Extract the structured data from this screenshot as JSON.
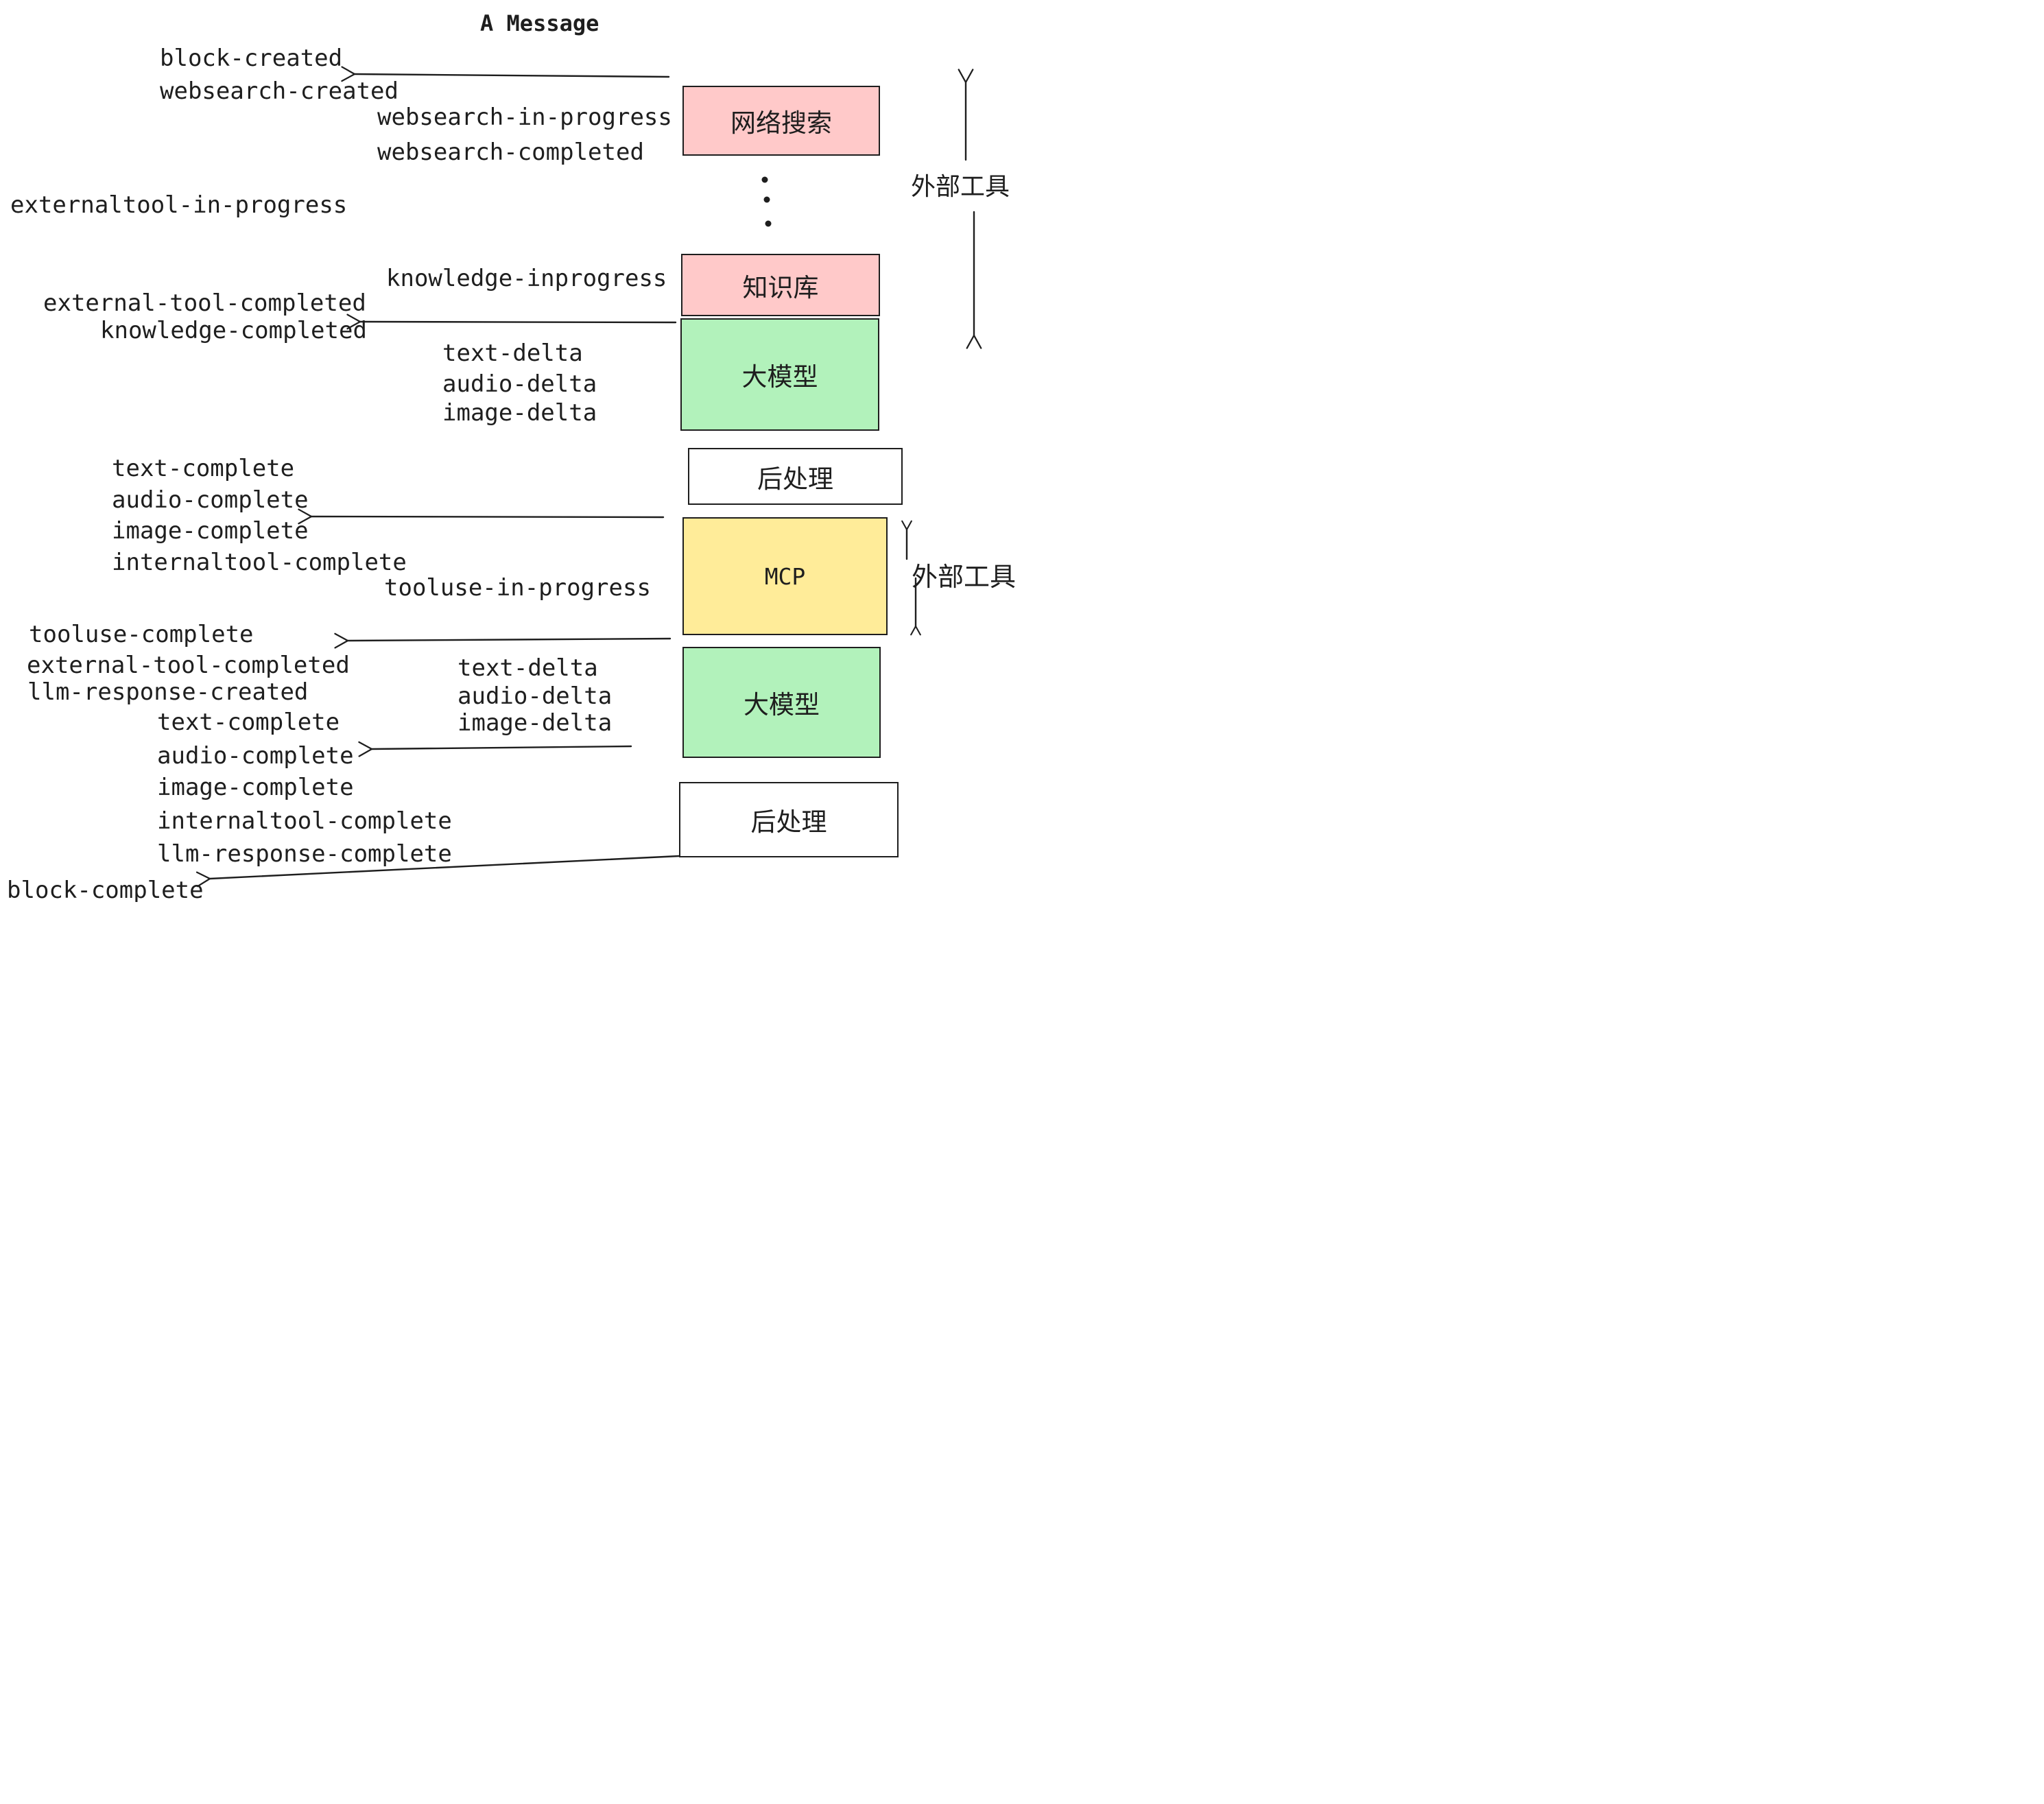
{
  "title": "A Message",
  "palette": {
    "ink": "#1e1e1e",
    "pink": "#ffc9c9",
    "green": "#b2f2bb",
    "yellow": "#ffec99",
    "white": "#ffffff"
  },
  "boxes": {
    "websearch": "网络搜索",
    "knowledge": "知识库",
    "llm": "大模型",
    "post": "后处理",
    "mcp": "MCP"
  },
  "side_labels": {
    "external_tools": "外部工具"
  },
  "icons": {
    "ellipsis_dots": "⋮"
  },
  "events": {
    "block_created": "block-created",
    "websearch_created": "websearch-created",
    "websearch_in_progress": "websearch-in-progress",
    "websearch_completed": "websearch-completed",
    "externaltool_in_progress": "externaltool-in-progress",
    "knowledge_inprogress": "knowledge-inprogress",
    "external_tool_completed": "external-tool-completed",
    "knowledge_completed": "knowledge-completed",
    "text_delta": "text-delta",
    "audio_delta": "audio-delta",
    "image_delta": "image-delta",
    "text_complete": "text-complete",
    "audio_complete": "audio-complete",
    "image_complete": "image-complete",
    "internaltool_complete": "internaltool-complete",
    "tooluse_in_progress": "tooluse-in-progress",
    "tooluse_complete": "tooluse-complete",
    "llm_response_created": "llm-response-created",
    "llm_response_complete": "llm-response-complete",
    "block_complete": "block-complete"
  }
}
